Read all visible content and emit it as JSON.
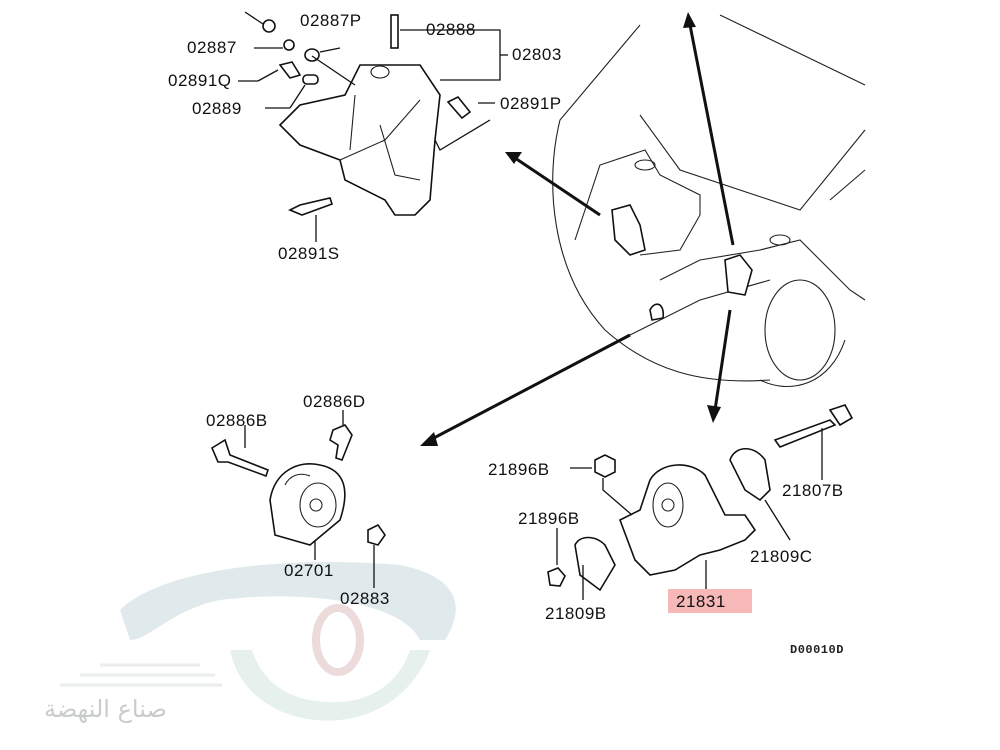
{
  "diagram": {
    "title": "Engine Mount Parts Diagram",
    "drawing_code": "D00010D",
    "highlight_color": "#f7b8b8",
    "labels": {
      "p02887P": "02887P",
      "p02888": "02888",
      "p02887": "02887",
      "p02803": "02803",
      "p02891Q": "02891Q",
      "p02889": "02889",
      "p02891P": "02891P",
      "p02891S": "02891S",
      "p02886B": "02886B",
      "p02886D": "02886D",
      "p02701": "02701",
      "p02883": "02883",
      "p21896B_1": "21896B",
      "p21896B_2": "21896B",
      "p21807B": "21807B",
      "p21809C": "21809C",
      "p21809B": "21809B",
      "p21831": "21831"
    },
    "highlighted_part": "21831"
  },
  "watermark": {
    "text": "صناع النهضة",
    "colors": {
      "car": "#dde8ea",
      "gear": "#e4f0ed",
      "tire": "#ead8d6"
    }
  }
}
